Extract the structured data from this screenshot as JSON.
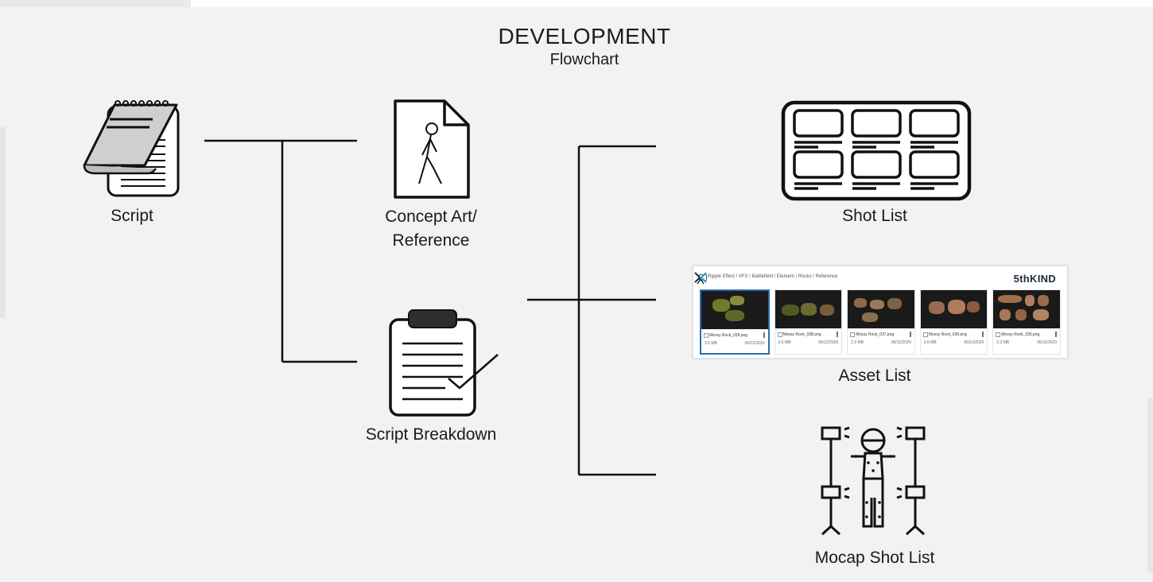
{
  "header": {
    "title": "DEVELOPMENT",
    "subtitle": "Flowchart"
  },
  "nodes": {
    "script": {
      "label": "Script",
      "icon": "notepad-icon"
    },
    "concept_art": {
      "label": "Concept Art/\nReference",
      "icon": "document-figure-icon"
    },
    "script_breakdown": {
      "label": "Script Breakdown",
      "icon": "clipboard-check-icon"
    },
    "shot_list": {
      "label": "Shot List",
      "icon": "storyboard-icon"
    },
    "asset_list": {
      "label": "Asset List",
      "icon": "asset-browser-screenshot"
    },
    "mocap_shot_list": {
      "label": "Mocap Shot List",
      "icon": "motion-capture-icon"
    }
  },
  "asset_browser": {
    "path": "Ripple Effect / VFX / Battlefield / Element / Rocks / Reference",
    "brand": "5thKIND",
    "thumbnails": [
      {
        "name": "Mossy Rock_039.png",
        "size": "3.5 MB",
        "date": "06/12/2020"
      },
      {
        "name": "Mossy Rock_038.png",
        "size": "3.6 MB",
        "date": "06/12/2020"
      },
      {
        "name": "Mossy Rock_037.png",
        "size": "2.3 MB",
        "date": "06/12/2020"
      },
      {
        "name": "Mossy Rock_036.png",
        "size": "3.6 MB",
        "date": "06/12/2020"
      },
      {
        "name": "Mossy Rock_035.png",
        "size": "2.3 MB",
        "date": "06/12/2020"
      }
    ]
  },
  "colors": {
    "background": "#f2f2f2",
    "line": "#111111",
    "icon_fill_grey": "#cfcfcf",
    "icon_fill_dark": "#2e2e2e",
    "accent_blue": "#2b6fa8"
  }
}
